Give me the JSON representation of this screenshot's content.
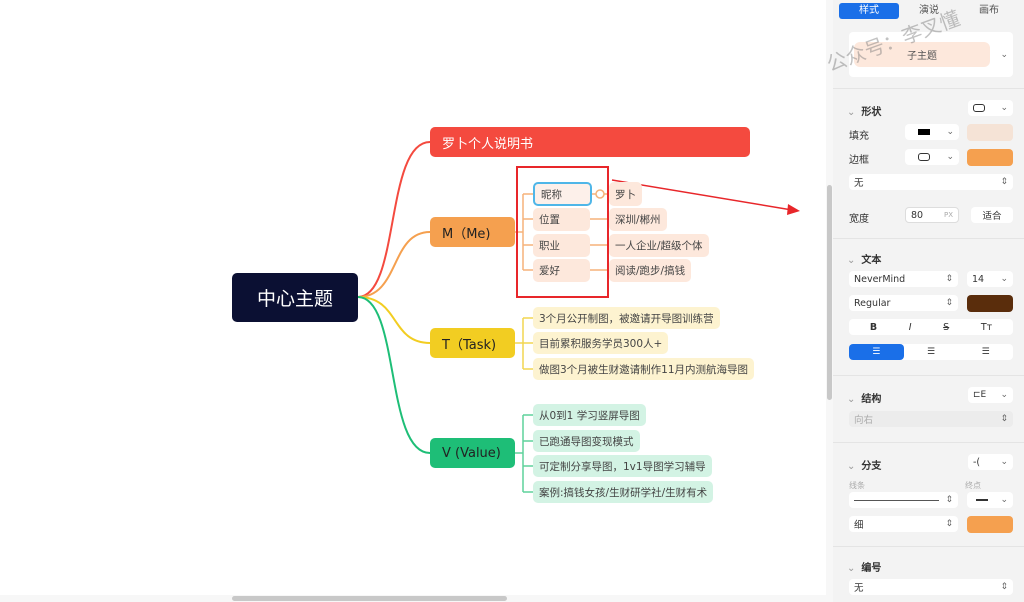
{
  "mindmap": {
    "center": "中心主题",
    "branches": [
      {
        "label": "罗卜个人说明书",
        "color": "#f44a3f"
      },
      {
        "label": "M（Me)",
        "color": "#f5a04f",
        "children": [
          {
            "key": "昵称",
            "value": "罗卜"
          },
          {
            "key": "位置",
            "value": "深圳/郴州"
          },
          {
            "key": "职业",
            "value": "一人企业/超级个体"
          },
          {
            "key": "爱好",
            "value": "阅读/跑步/搞钱"
          }
        ]
      },
      {
        "label": "T（Task)",
        "color": "#f2cd22",
        "children": [
          "3个月公开制图，被邀请开导图训练营",
          "目前累积服务学员300人+",
          "做图3个月被生财邀请制作11月内测航海导图"
        ]
      },
      {
        "label": "V (Value)",
        "color": "#1ebe77",
        "children": [
          "从0到1 学习竖屏导图",
          "已跑通导图变现模式",
          "可定制分享导图，1v1导图学习辅导",
          "案例:搞钱女孩/生财研学社/生财有术"
        ]
      }
    ]
  },
  "watermark": "公众号：李叉懂",
  "sidebar": {
    "tabs": [
      "样式",
      "演说",
      "画布"
    ],
    "style_preview": "子主题",
    "shape": {
      "title": "形状",
      "fill_label": "填充",
      "border_label": "边框",
      "fill_color": "#f5e3d6",
      "border_color": "#f5a04f",
      "border_style": "无",
      "width_label": "宽度",
      "width_value": "80",
      "width_unit": "PX",
      "fit_label": "适合"
    },
    "text": {
      "title": "文本",
      "font": "NeverMind",
      "size": "14",
      "weight": "Regular",
      "color": "#5a2d0c",
      "bold": "B",
      "italic": "I",
      "strike": "S",
      "case": "Tт"
    },
    "structure": {
      "title": "结构",
      "direction": "向右"
    },
    "branch": {
      "title": "分支",
      "line_label": "线条",
      "end_label": "终点",
      "thickness": "细",
      "color": "#f5a04f"
    },
    "numbering": {
      "title": "编号",
      "value": "无"
    }
  }
}
